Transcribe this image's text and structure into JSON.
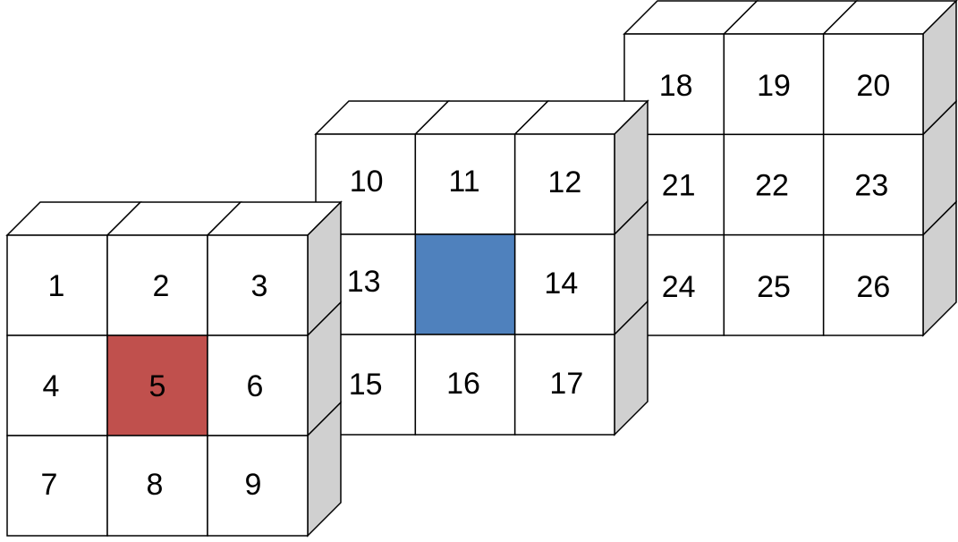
{
  "colors": {
    "face": "#ffffff",
    "side": "#d0d0d0",
    "stroke": "#000000",
    "highlight_red": "#c0504d",
    "highlight_blue": "#4f81bd"
  },
  "layers": [
    {
      "name": "front",
      "rows": [
        [
          "1",
          "2",
          "3"
        ],
        [
          "4",
          "5",
          "6"
        ],
        [
          "7",
          "8",
          "9"
        ]
      ],
      "highlight": {
        "row": 1,
        "col": 1,
        "color": "highlight_red"
      }
    },
    {
      "name": "middle",
      "rows": [
        [
          "10",
          "11",
          "12"
        ],
        [
          "13",
          "",
          "14"
        ],
        [
          "15",
          "16",
          "17"
        ]
      ],
      "highlight": {
        "row": 1,
        "col": 1,
        "color": "highlight_blue"
      }
    },
    {
      "name": "back",
      "rows": [
        [
          "18",
          "19",
          "20"
        ],
        [
          "21",
          "22",
          "23"
        ],
        [
          "24",
          "25",
          "26"
        ]
      ],
      "highlight": null
    }
  ]
}
